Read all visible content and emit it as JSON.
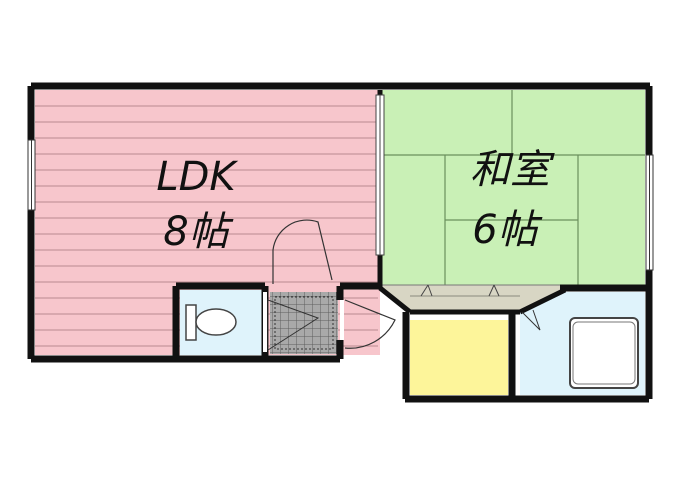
{
  "floor_plan": {
    "rooms": [
      {
        "id": "ldk",
        "name": "LDK",
        "size": "8帖",
        "fill": "#f7c6cc"
      },
      {
        "id": "washitsu",
        "name": "和室",
        "size": "6帖",
        "fill": "#c9f0b6"
      }
    ],
    "colors": {
      "wall": "#111111",
      "ldk_floor": "#f7c6cc",
      "ldk_lines": "#b98a90",
      "tatami": "#c9f0b6",
      "tatami_lines": "#6b8f5d",
      "wet_area": "#dff3fb",
      "storage": "#fdf59a",
      "genkan": "#8c8c8c",
      "closet": "#d8d6c4"
    },
    "fixtures": [
      "toilet",
      "unit-bath",
      "door",
      "sliding-door",
      "window",
      "closet"
    ]
  }
}
